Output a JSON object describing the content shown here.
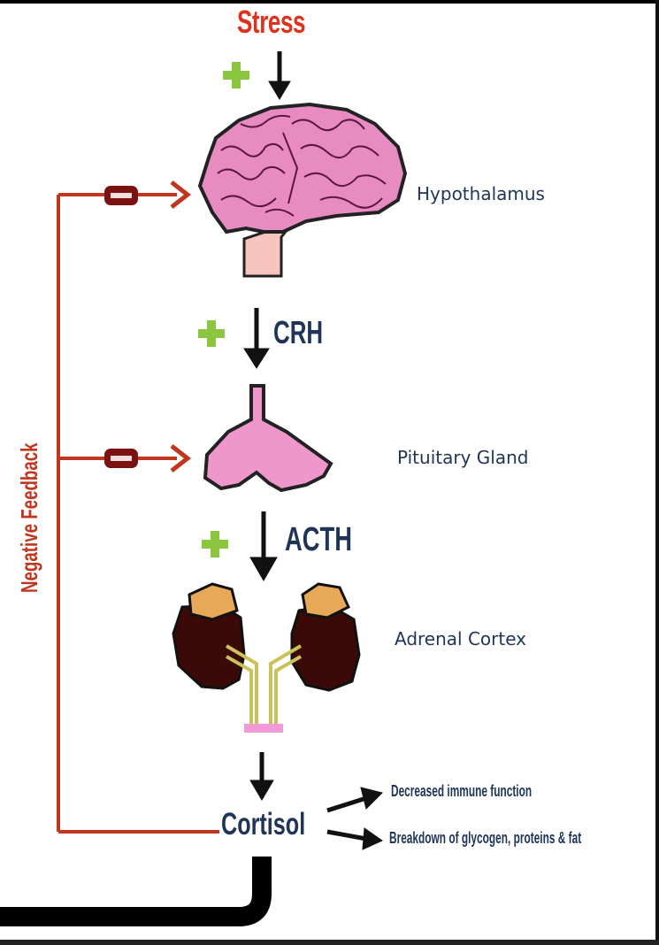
{
  "stimulus": "Stress",
  "hormones": {
    "crh": "CRH",
    "acth": "ACTH"
  },
  "organs": {
    "hypothalamus": "Hypothalamus",
    "pituitary": "Pituitary Gland",
    "adrenal": "Adrenal Cortex"
  },
  "output": "Cortisol",
  "effects": [
    "Decreased immune function",
    "Breakdown of glycogen, proteins & fat"
  ],
  "feedback_label": "Negative Feedback",
  "colors": {
    "stress": "#e0311c",
    "feedback": "#c1361f",
    "text": "#1f3557",
    "plus": "#8cc63f",
    "minus": "#7a1212",
    "brain": "#e88bc3",
    "pituitary": "#ef97cc",
    "kidney": "#3b0a08"
  },
  "icons": [
    "plus-icon",
    "minus-icon",
    "brain-icon",
    "pituitary-icon",
    "adrenal-kidney-icon"
  ]
}
